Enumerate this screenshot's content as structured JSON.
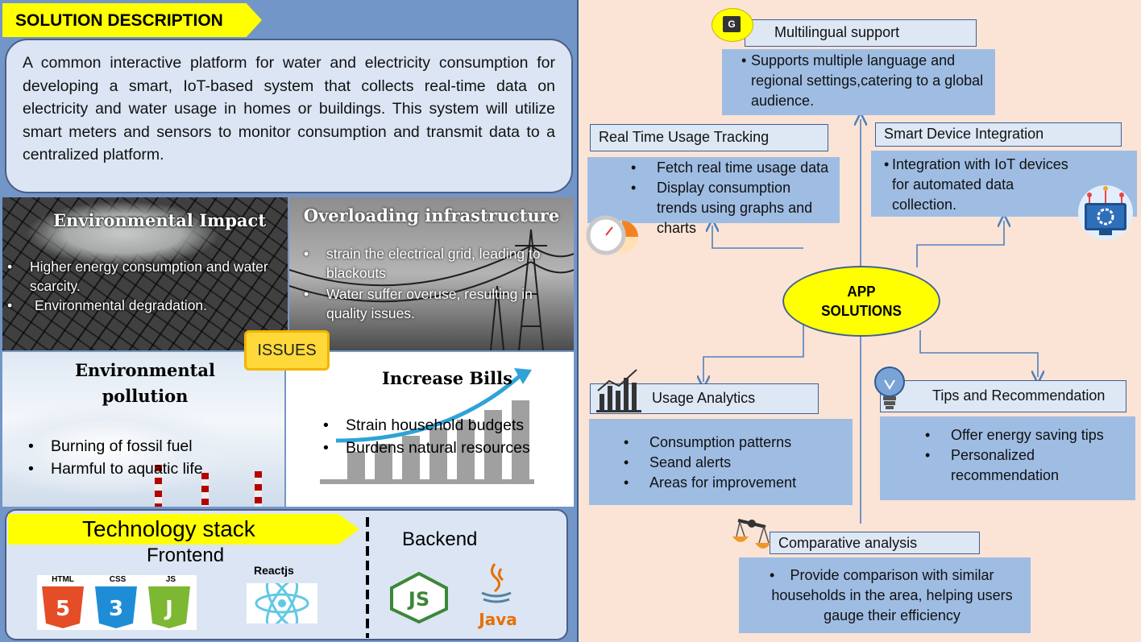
{
  "solution": {
    "title": "SOLUTION DESCRIPTION",
    "text": "A common interactive platform for water and electricity consumption for developing a smart, IoT-based system that collects real-time data on electricity and water usage in homes or buildings. This system will utilize smart meters and sensors to monitor consumption and transmit data to a centralized platform."
  },
  "issues": {
    "badge": "ISSUES",
    "tiles": [
      {
        "title": "Environmental Impact",
        "points": [
          "Higher energy consumption and water scarcity.",
          "Environmental degradation."
        ]
      },
      {
        "title": "Overloading infrastructure",
        "points": [
          "strain the electrical grid, leading to blackouts",
          "Water suffer overuse, resulting in quality issues."
        ]
      },
      {
        "title_line1": "Environmental",
        "title_line2": "pollution",
        "points": [
          "Burning of fossil fuel",
          "Harmful to aquatic life"
        ]
      },
      {
        "title": "Increase Bills",
        "points": [
          "Strain household budgets",
          "Burdens natural resources"
        ]
      }
    ]
  },
  "tech": {
    "title": "Technology stack",
    "frontend": "Frontend",
    "backend": "Backend",
    "logos": {
      "html": "HTML",
      "css": "CSS",
      "js": "JS",
      "react": "Reactjs",
      "node": "JS",
      "java": "Java"
    }
  },
  "app": {
    "center_line1": "APP",
    "center_line2": "SOLUTIONS",
    "multilingual": {
      "title": "Multilingual support",
      "text": "Supports multiple language and regional settings,catering to a global audience."
    },
    "realtime": {
      "title": "Real Time Usage Tracking",
      "points": [
        "Fetch real time usage data",
        "Display consumption trends using graphs and charts"
      ]
    },
    "smart": {
      "title": "Smart Device Integration",
      "text": "Integration with IoT devices for automated data collection."
    },
    "analytics": {
      "title": "Usage Analytics",
      "points": [
        "Consumption patterns",
        "Seand alerts",
        "Areas for improvement"
      ]
    },
    "tips": {
      "title": "Tips and Recommendation",
      "points": [
        "Offer energy saving tips",
        "Personalized recommendation"
      ]
    },
    "comparative": {
      "title": "Comparative analysis",
      "text": "Provide comparison with similar households in the area, helping users gauge their efficiency"
    }
  },
  "colors": {
    "left_bg": "#7396c8",
    "right_bg": "#fbe4d6",
    "ribbon": "#ffff00",
    "card": "#9fbde3",
    "ellipse": "#ffff00",
    "arrow": "#4f81bd"
  }
}
